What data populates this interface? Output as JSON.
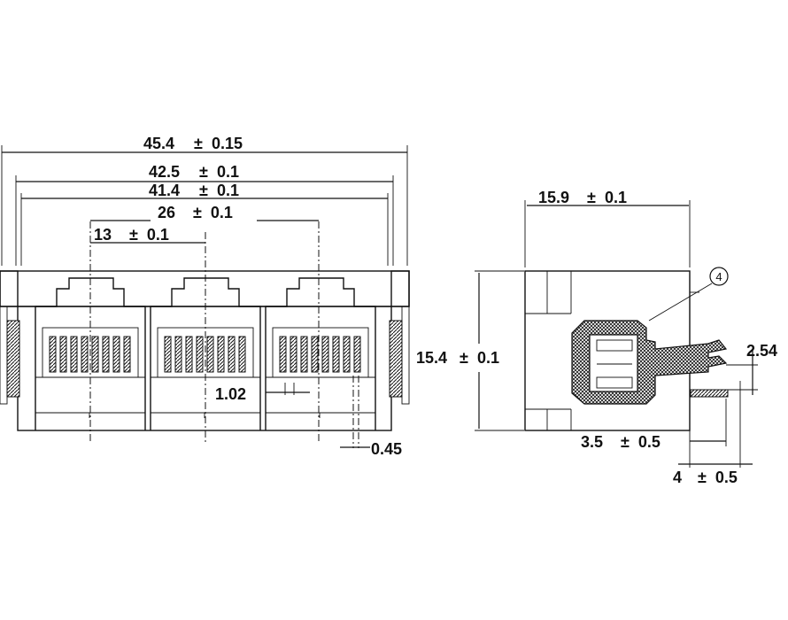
{
  "dimensions": {
    "overall_width": {
      "value": "45.4",
      "pm": "±",
      "tol": "0.15"
    },
    "outer_width": {
      "value": "42.5",
      "pm": "±",
      "tol": "0.1"
    },
    "inner_width": {
      "value": "41.4",
      "pm": "±",
      "tol": "0.1"
    },
    "pitch_double": {
      "value": "26",
      "pm": "±",
      "tol": "0.1"
    },
    "pitch_single": {
      "value": "13",
      "pm": "±",
      "tol": "0.1"
    },
    "contact_pitch": "1.02",
    "pin_width": "0.45",
    "side_depth": {
      "value": "15.9",
      "pm": "±",
      "tol": "0.1"
    },
    "height": {
      "value": "15.4",
      "pm": "±",
      "tol": "0.1"
    },
    "pin_spacing": "2.54",
    "pin_offset": {
      "value": "3.5",
      "pm": "±",
      "tol": "0.5"
    },
    "pin_length": {
      "value": "4",
      "pm": "±",
      "tol": "0.5"
    }
  },
  "callout": "4"
}
